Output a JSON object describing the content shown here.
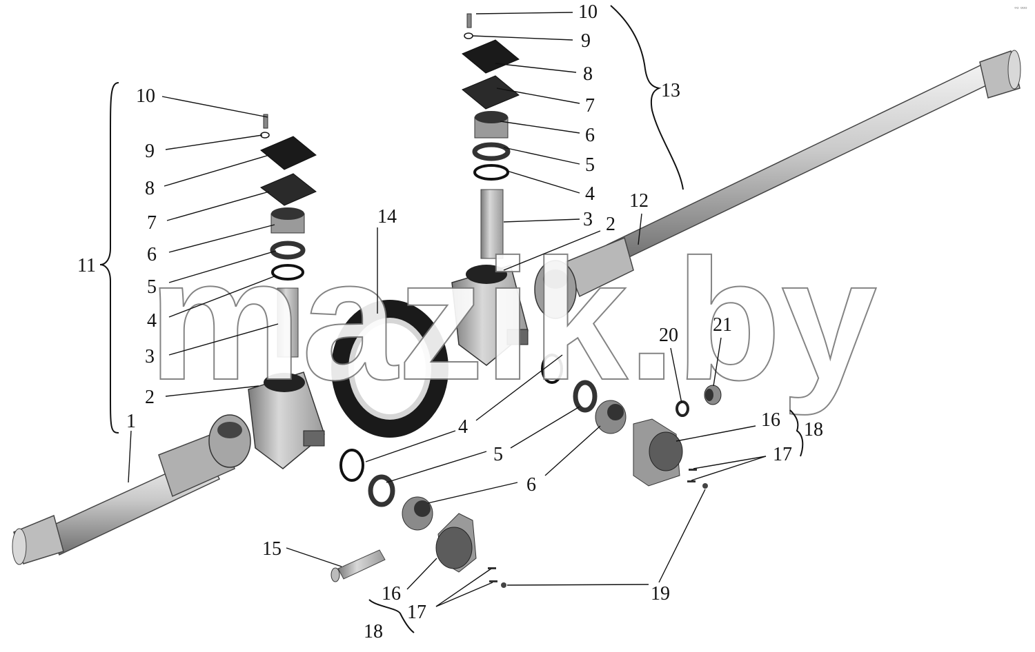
{
  "watermark": "mazik.by",
  "corner_mark": "◦▫ ▫▫▫",
  "callouts": {
    "c1": "1",
    "c2a": "2",
    "c2b": "2",
    "c3a": "3",
    "c3b": "3",
    "c4a": "4",
    "c4b": "4",
    "c4c": "4",
    "c5a": "5",
    "c5b": "5",
    "c5c": "5",
    "c6a": "6",
    "c6b": "6",
    "c6c": "6",
    "c7a": "7",
    "c7b": "7",
    "c8a": "8",
    "c8b": "8",
    "c9a": "9",
    "c9b": "9",
    "c10a": "10",
    "c10b": "10",
    "c11": "11",
    "c12": "12",
    "c13": "13",
    "c14": "14",
    "c15": "15",
    "c16a": "16",
    "c16b": "16",
    "c17a": "17",
    "c17b": "17",
    "c18a": "18",
    "c18b": "18",
    "c19": "19",
    "c20": "20",
    "c21": "21"
  },
  "colors": {
    "part_fill": "#cfcfcf",
    "part_dark": "#8a8a8a",
    "part_black": "#1a1a1a",
    "line": "#111111"
  }
}
